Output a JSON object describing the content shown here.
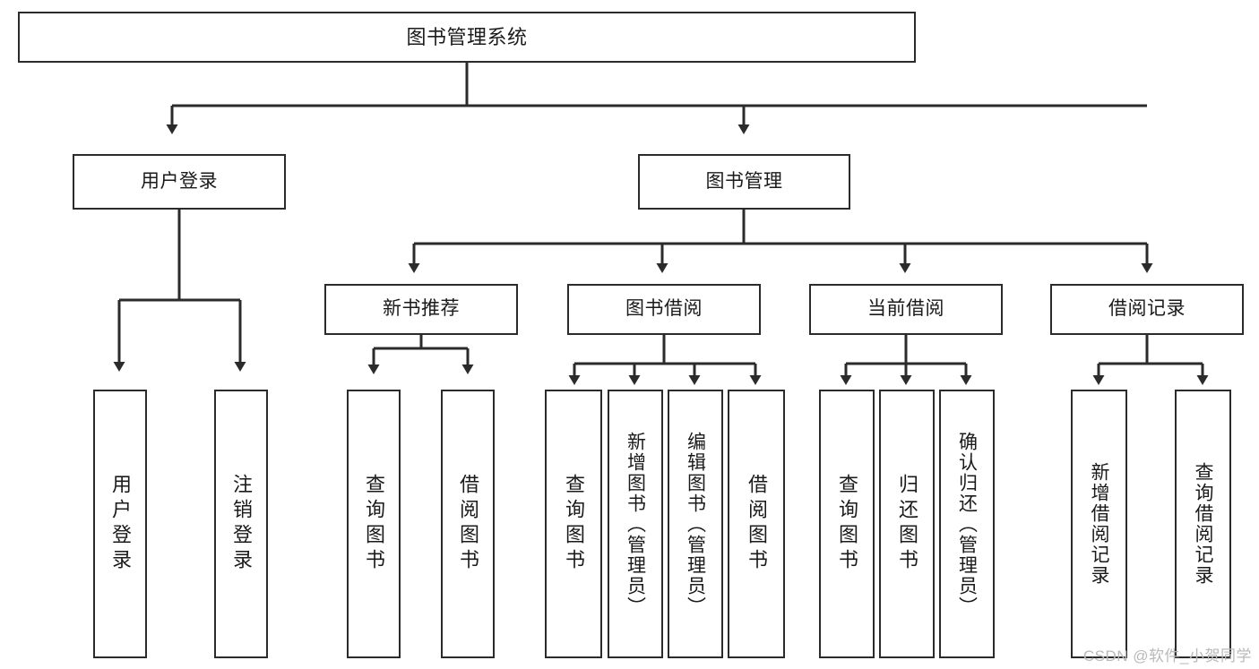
{
  "diagram": {
    "title": "图书管理系统",
    "type": "tree",
    "stroke_color": "#2b2b2b",
    "fill_color": "#ffffff",
    "text_color": "#1a1a1a",
    "nodes": {
      "root": {
        "label": "图书管理系统"
      },
      "level1": [
        {
          "id": "user-login",
          "label": "用户登录"
        },
        {
          "id": "book-manage",
          "label": "图书管理"
        }
      ],
      "level2": [
        {
          "id": "new-book-recommend",
          "label": "新书推荐"
        },
        {
          "id": "book-borrow",
          "label": "图书借阅"
        },
        {
          "id": "current-borrow",
          "label": "当前借阅"
        },
        {
          "id": "borrow-record",
          "label": "借阅记录"
        }
      ],
      "leaves": {
        "user-login": [
          {
            "id": "leaf-user-login",
            "label": "用户登录"
          },
          {
            "id": "leaf-logout",
            "label": "注销登录"
          }
        ],
        "new-book-recommend": [
          {
            "id": "leaf-query-book-1",
            "label": "查询图书"
          },
          {
            "id": "leaf-borrow-book-1",
            "label": "借阅图书"
          }
        ],
        "book-borrow": [
          {
            "id": "leaf-query-book-2",
            "label": "查询图书"
          },
          {
            "id": "leaf-add-book",
            "label": "新增图书（管理员）"
          },
          {
            "id": "leaf-edit-book",
            "label": "编辑图书（管理员）"
          },
          {
            "id": "leaf-borrow-book-2",
            "label": "借阅图书"
          }
        ],
        "current-borrow": [
          {
            "id": "leaf-query-book-3",
            "label": "查询图书"
          },
          {
            "id": "leaf-return-book",
            "label": "归还图书"
          },
          {
            "id": "leaf-confirm-return",
            "label": "确认归还（管理员）"
          }
        ],
        "borrow-record": [
          {
            "id": "leaf-add-record",
            "label": "新增借阅记录"
          },
          {
            "id": "leaf-query-record",
            "label": "查询借阅记录"
          }
        ]
      }
    }
  },
  "watermark": {
    "text": "CSDN @软件_小贺同学"
  }
}
